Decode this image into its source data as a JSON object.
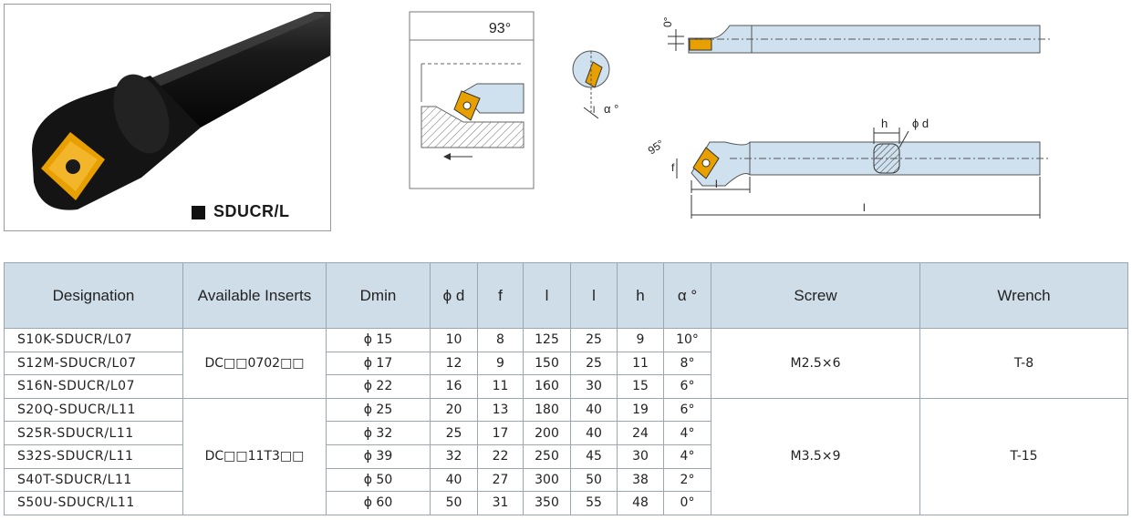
{
  "product": {
    "label": "SDUCR/L"
  },
  "diagram_labels": {
    "approach_angle": "93°",
    "rake_angle": "0°",
    "alpha": "α °",
    "entry_angle": "95°",
    "h": "h",
    "phi_d": "ϕ d",
    "f": "f",
    "l1": "l",
    "l2": "l",
    "l": "l"
  },
  "table": {
    "headers": [
      "Designation",
      "Available Inserts",
      "Dmin",
      "ϕ d",
      "f",
      "l",
      "l",
      "h",
      "α °",
      "Screw",
      "Wrench"
    ],
    "rows": [
      [
        "S10K-SDUCR/L07",
        "ϕ 15",
        "10",
        "8",
        "125",
        "25",
        "9",
        "10°"
      ],
      [
        "S12M-SDUCR/L07",
        "ϕ 17",
        "12",
        "9",
        "150",
        "25",
        "11",
        "8°"
      ],
      [
        "S16N-SDUCR/L07",
        "ϕ 22",
        "16",
        "11",
        "160",
        "30",
        "15",
        "6°"
      ],
      [
        "S20Q-SDUCR/L11",
        "ϕ 25",
        "20",
        "13",
        "180",
        "40",
        "19",
        "6°"
      ],
      [
        "S25R-SDUCR/L11",
        "ϕ 32",
        "25",
        "17",
        "200",
        "40",
        "24",
        "4°"
      ],
      [
        "S32S-SDUCR/L11",
        "ϕ 39",
        "32",
        "22",
        "250",
        "45",
        "30",
        "4°"
      ],
      [
        "S40T-SDUCR/L11",
        "ϕ 50",
        "40",
        "27",
        "300",
        "50",
        "38",
        "2°"
      ],
      [
        "S50U-SDUCR/L11",
        "ϕ 60",
        "50",
        "31",
        "350",
        "55",
        "48",
        "0°"
      ]
    ],
    "groups": [
      {
        "inserts": "DC□□0702□□",
        "screw": "M2.5×6",
        "wrench": "T-8"
      },
      {
        "inserts": "DC□□11T3□□",
        "screw": "M3.5×9",
        "wrench": "T-15"
      }
    ]
  },
  "colors": {
    "header_bg": "#cfdde9",
    "shank_fill": "#cfe0ee",
    "insert_gold": "#e8a000"
  }
}
